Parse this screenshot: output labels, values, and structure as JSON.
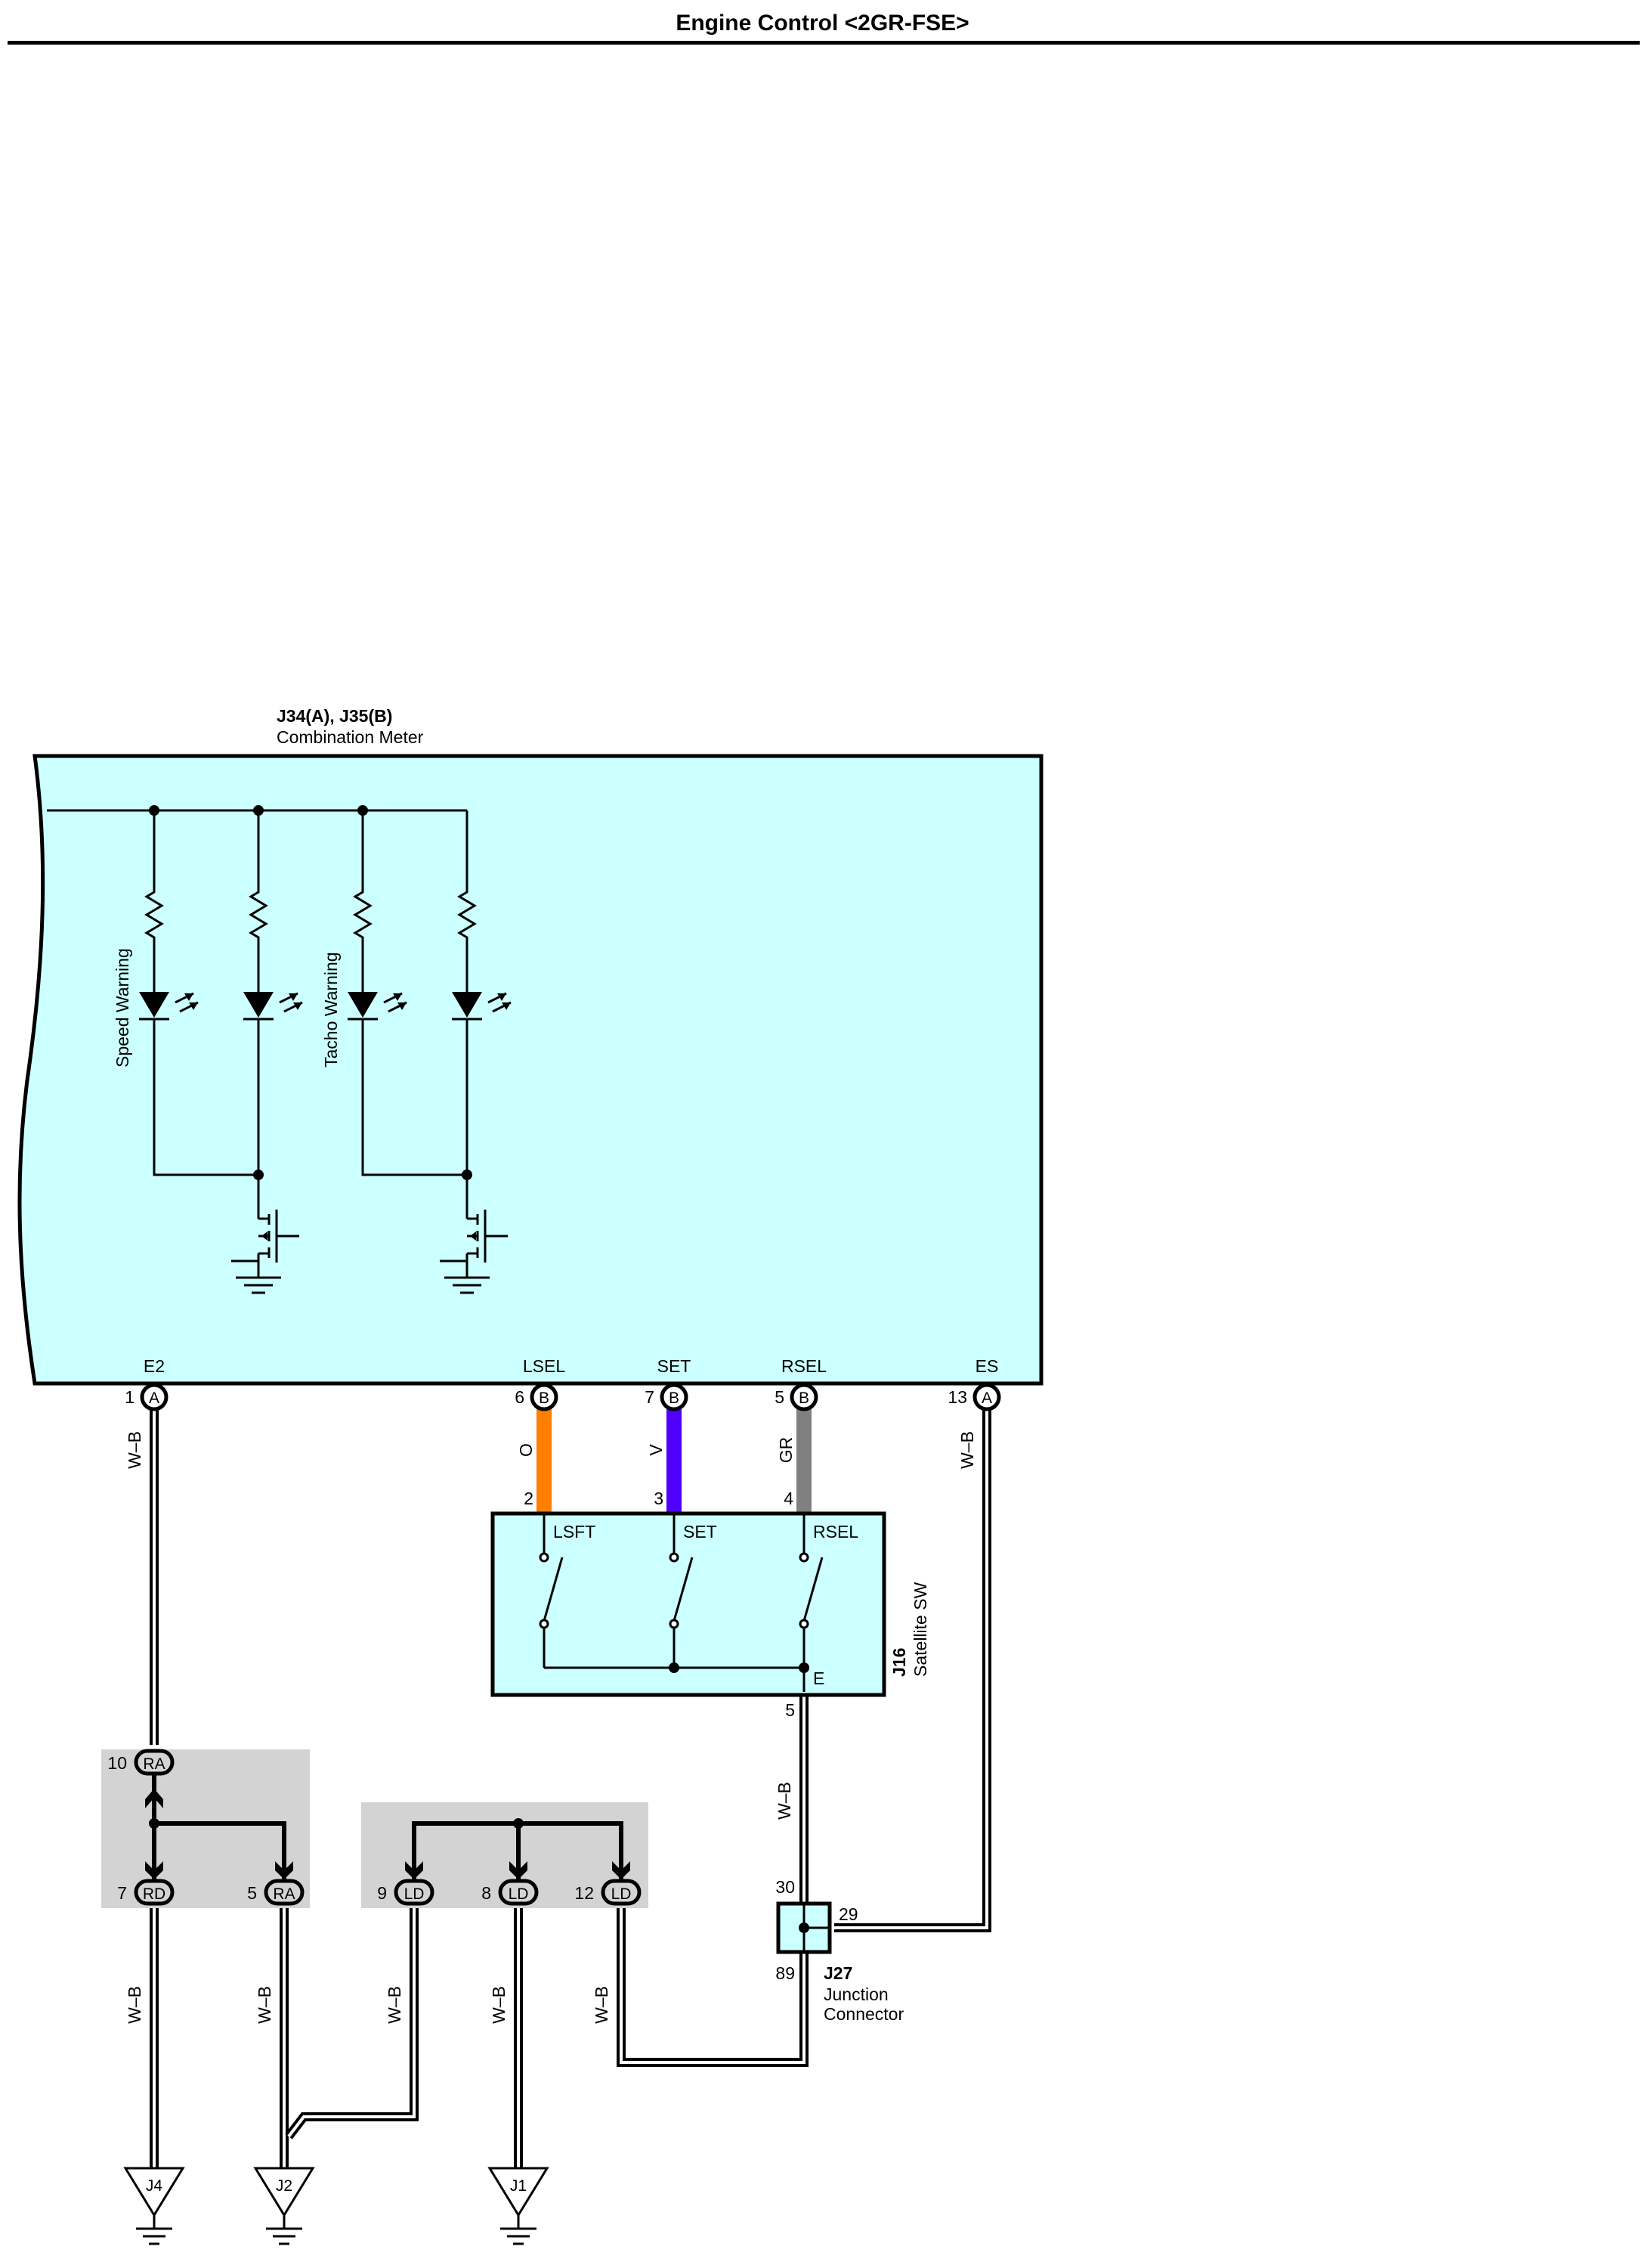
{
  "title": "Engine Control <2GR-FSE>",
  "colors": {
    "box_fill": "#ccffff",
    "connector_fill": "#d3d3d3",
    "wire_O": "#ff8000",
    "wire_V": "#5000ff",
    "wire_GR": "#808080"
  },
  "meter": {
    "connectors": "J34(A), J35(B)",
    "name": "Combination Meter",
    "speed_warning": "Speed Warning",
    "tacho_warning": "Tacho Warning",
    "pins": [
      {
        "terminal": "E2",
        "number": "1",
        "conn": "A"
      },
      {
        "terminal": "LSEL",
        "number": "6",
        "conn": "B"
      },
      {
        "terminal": "SET",
        "number": "7",
        "conn": "B"
      },
      {
        "terminal": "RSEL",
        "number": "5",
        "conn": "B"
      },
      {
        "terminal": "ES",
        "number": "13",
        "conn": "A"
      }
    ]
  },
  "satellite": {
    "id": "J16",
    "name": "Satellite SW",
    "terminals": [
      "LSFT",
      "SET",
      "RSEL"
    ],
    "ground_terminal": "E",
    "pins": [
      "2",
      "3",
      "4"
    ],
    "out_pin": "5"
  },
  "wires": {
    "lsel": "O",
    "set": "V",
    "rsel": "GR",
    "wb": "W–B"
  },
  "junction": {
    "id": "J27",
    "line1": "Junction",
    "line2": "Connector",
    "pin_top": "30",
    "pin_right": "29",
    "pin_bottom": "89"
  },
  "ra_block": {
    "in_pin": {
      "number": "10",
      "label": "RA"
    },
    "out_pins": [
      {
        "number": "7",
        "label": "RD"
      },
      {
        "number": "5",
        "label": "RA"
      }
    ]
  },
  "ld_block": {
    "pins": [
      {
        "number": "9",
        "label": "LD"
      },
      {
        "number": "8",
        "label": "LD"
      },
      {
        "number": "12",
        "label": "LD"
      }
    ]
  },
  "grounds": [
    "J4",
    "J2",
    "J1"
  ]
}
